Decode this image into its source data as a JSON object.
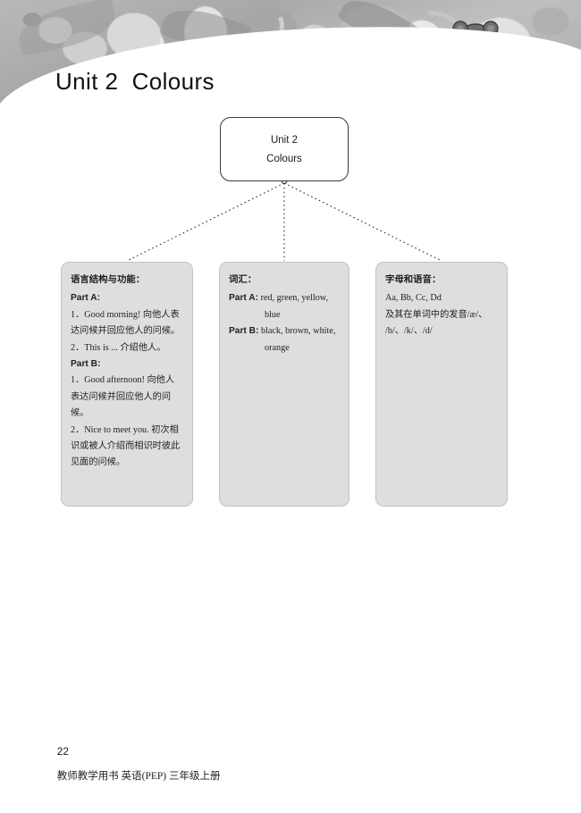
{
  "page": {
    "title": "Unit 2  Colours",
    "footer_page_number": "22",
    "footer_text": "教师教学用书 英语(PEP) 三年级上册",
    "background_color": "#ffffff"
  },
  "banner": {
    "theme": "grayscale floral pattern",
    "characters": [
      {
        "name": "squirrel-character",
        "description": "cartoon squirrel waving"
      },
      {
        "name": "bear-character",
        "description": "cartoon bear waving"
      }
    ]
  },
  "diagram": {
    "type": "mind-map",
    "root": {
      "line1": "Unit 2",
      "line2": "Colours"
    },
    "connector_style": "dotted",
    "branches": [
      {
        "id": "structure",
        "heading": "语言结构与功能：",
        "groups": [
          {
            "label": "Part A:",
            "items": [
              "1．Good morning! 向他人表达问候并回应他人的问候。",
              "2．This is ... 介绍他人。"
            ]
          },
          {
            "label": "Part B:",
            "items": [
              "1．Good afternoon! 向他人表达问候并回应他人的问候。",
              "2．Nice to meet you. 初次相识或被人介绍而相识时彼此见面的问候。"
            ]
          }
        ]
      },
      {
        "id": "vocabulary",
        "heading": "词汇：",
        "groups": [
          {
            "label": "Part A:",
            "words": "red, green, yellow, blue"
          },
          {
            "label": "Part B:",
            "words": "black, brown, white, orange"
          }
        ]
      },
      {
        "id": "phonics",
        "heading": "字母和语音：",
        "letters": "Aa, Bb, Cc, Dd",
        "sounds_line1": "及其在单词中的发音/æ/、",
        "sounds_line2": "/b/、/k/、/d/"
      }
    ]
  }
}
